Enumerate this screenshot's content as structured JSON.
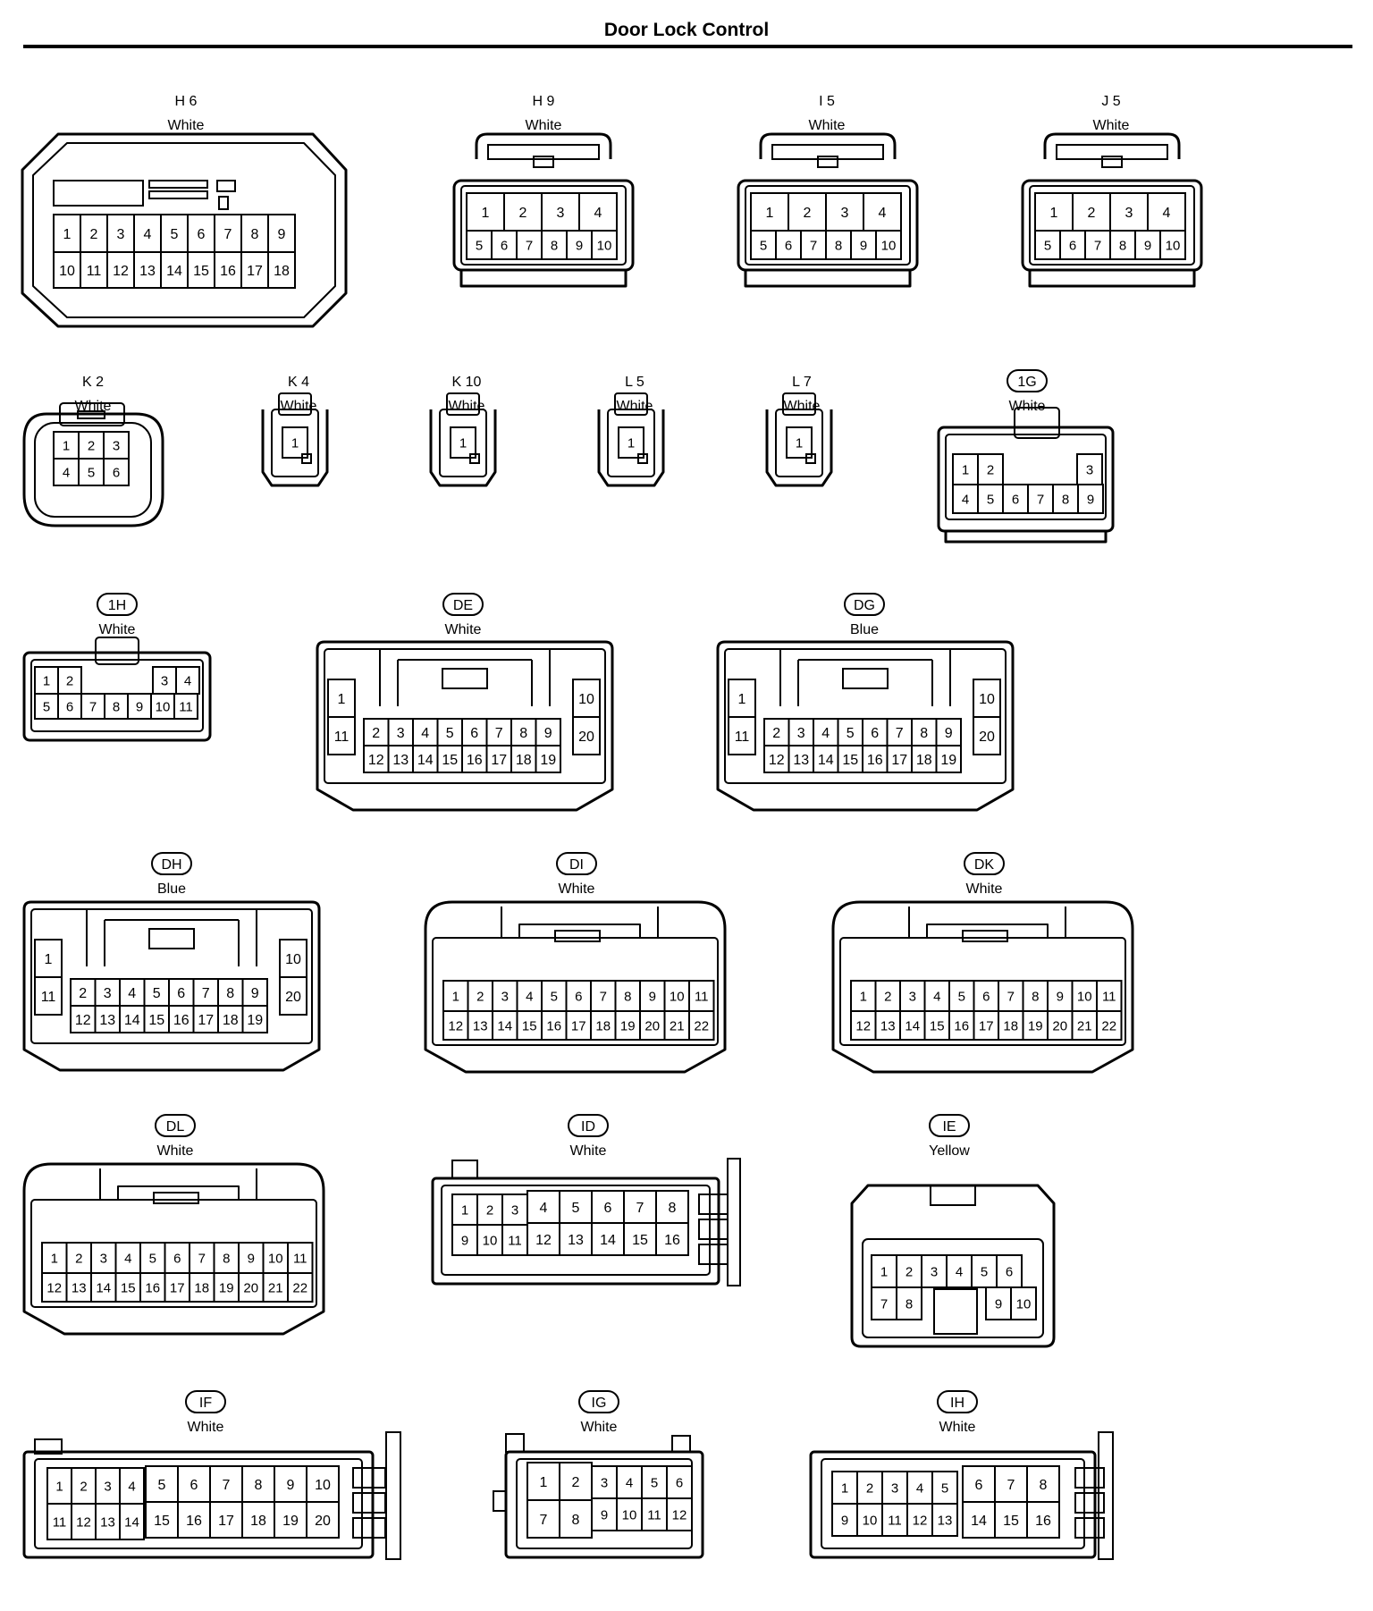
{
  "title": "Door Lock Control",
  "connectors": [
    {
      "id": "H6",
      "name": "H 6",
      "color": "White",
      "badge": false,
      "rows": [
        [
          "1",
          "2",
          "3",
          "4",
          "5",
          "6",
          "7",
          "8",
          "9"
        ],
        [
          "10",
          "11",
          "12",
          "13",
          "14",
          "15",
          "16",
          "17",
          "18"
        ]
      ]
    },
    {
      "id": "H9",
      "name": "H 9",
      "color": "White",
      "badge": false,
      "rows": [
        [
          "1",
          "2",
          "3",
          "4"
        ],
        [
          "5",
          "6",
          "7",
          "8",
          "9",
          "10"
        ]
      ]
    },
    {
      "id": "I5",
      "name": "I 5",
      "color": "White",
      "badge": false,
      "rows": [
        [
          "1",
          "2",
          "3",
          "4"
        ],
        [
          "5",
          "6",
          "7",
          "8",
          "9",
          "10"
        ]
      ]
    },
    {
      "id": "J5",
      "name": "J 5",
      "color": "White",
      "badge": false,
      "rows": [
        [
          "1",
          "2",
          "3",
          "4"
        ],
        [
          "5",
          "6",
          "7",
          "8",
          "9",
          "10"
        ]
      ]
    },
    {
      "id": "K2",
      "name": "K 2",
      "color": "White",
      "badge": false,
      "rows": [
        [
          "1",
          "2",
          "3"
        ],
        [
          "4",
          "5",
          "6"
        ]
      ]
    },
    {
      "id": "K4",
      "name": "K 4",
      "color": "White",
      "badge": false,
      "rows": [
        [
          "1"
        ]
      ]
    },
    {
      "id": "K10",
      "name": "K 10",
      "color": "White",
      "badge": false,
      "rows": [
        [
          "1"
        ]
      ]
    },
    {
      "id": "L5",
      "name": "L 5",
      "color": "White",
      "badge": false,
      "rows": [
        [
          "1"
        ]
      ]
    },
    {
      "id": "L7",
      "name": "L 7",
      "color": "White",
      "badge": false,
      "rows": [
        [
          "1"
        ]
      ]
    },
    {
      "id": "1G",
      "name": "1G",
      "color": "White",
      "badge": true,
      "rows": [
        [
          "1",
          "2",
          "3"
        ],
        [
          "4",
          "5",
          "6",
          "7",
          "8",
          "9"
        ]
      ]
    },
    {
      "id": "1H",
      "name": "1H",
      "color": "White",
      "badge": true,
      "rows": [
        [
          "1",
          "2",
          "3",
          "4"
        ],
        [
          "5",
          "6",
          "7",
          "8",
          "9",
          "10",
          "11"
        ]
      ]
    },
    {
      "id": "DE",
      "name": "DE",
      "color": "White",
      "badge": true,
      "rows": [
        [
          "1",
          "11"
        ],
        [
          "2",
          "3",
          "4",
          "5",
          "6",
          "7",
          "8",
          "9"
        ],
        [
          "12",
          "13",
          "14",
          "15",
          "16",
          "17",
          "18",
          "19"
        ],
        [
          "10",
          "20"
        ]
      ]
    },
    {
      "id": "DG",
      "name": "DG",
      "color": "Blue",
      "badge": true,
      "rows": [
        [
          "1",
          "11"
        ],
        [
          "2",
          "3",
          "4",
          "5",
          "6",
          "7",
          "8",
          "9"
        ],
        [
          "12",
          "13",
          "14",
          "15",
          "16",
          "17",
          "18",
          "19"
        ],
        [
          "10",
          "20"
        ]
      ]
    },
    {
      "id": "DH",
      "name": "DH",
      "color": "Blue",
      "badge": true,
      "rows": [
        [
          "1",
          "11"
        ],
        [
          "2",
          "3",
          "4",
          "5",
          "6",
          "7",
          "8",
          "9"
        ],
        [
          "12",
          "13",
          "14",
          "15",
          "16",
          "17",
          "18",
          "19"
        ],
        [
          "10",
          "20"
        ]
      ]
    },
    {
      "id": "DI",
      "name": "DI",
      "color": "White",
      "badge": true,
      "rows": [
        [
          "1",
          "2",
          "3",
          "4",
          "5",
          "6",
          "7",
          "8",
          "9",
          "10",
          "11"
        ],
        [
          "12",
          "13",
          "14",
          "15",
          "16",
          "17",
          "18",
          "19",
          "20",
          "21",
          "22"
        ]
      ]
    },
    {
      "id": "DK",
      "name": "DK",
      "color": "White",
      "badge": true,
      "rows": [
        [
          "1",
          "2",
          "3",
          "4",
          "5",
          "6",
          "7",
          "8",
          "9",
          "10",
          "11"
        ],
        [
          "12",
          "13",
          "14",
          "15",
          "16",
          "17",
          "18",
          "19",
          "20",
          "21",
          "22"
        ]
      ]
    },
    {
      "id": "DL",
      "name": "DL",
      "color": "White",
      "badge": true,
      "rows": [
        [
          "1",
          "2",
          "3",
          "4",
          "5",
          "6",
          "7",
          "8",
          "9",
          "10",
          "11"
        ],
        [
          "12",
          "13",
          "14",
          "15",
          "16",
          "17",
          "18",
          "19",
          "20",
          "21",
          "22"
        ]
      ]
    },
    {
      "id": "ID",
      "name": "ID",
      "color": "White",
      "badge": true,
      "rows": [
        [
          "1",
          "2",
          "3",
          "4",
          "5",
          "6",
          "7",
          "8"
        ],
        [
          "9",
          "10",
          "11",
          "12",
          "13",
          "14",
          "15",
          "16"
        ]
      ]
    },
    {
      "id": "IE",
      "name": "IE",
      "color": "Yellow",
      "badge": true,
      "rows": [
        [
          "1",
          "2",
          "3",
          "4",
          "5",
          "6"
        ],
        [
          "7",
          "8",
          "9",
          "10"
        ]
      ]
    },
    {
      "id": "IF",
      "name": "IF",
      "color": "White",
      "badge": true,
      "rows": [
        [
          "1",
          "2",
          "3",
          "4",
          "5",
          "6",
          "7",
          "8",
          "9",
          "10"
        ],
        [
          "11",
          "12",
          "13",
          "14",
          "15",
          "16",
          "17",
          "18",
          "19",
          "20"
        ]
      ]
    },
    {
      "id": "IG",
      "name": "IG",
      "color": "White",
      "badge": true,
      "rows": [
        [
          "1",
          "2",
          "3",
          "4",
          "5",
          "6"
        ],
        [
          "7",
          "8",
          "9",
          "10",
          "11",
          "12"
        ]
      ]
    },
    {
      "id": "IH",
      "name": "IH",
      "color": "White",
      "badge": true,
      "rows": [
        [
          "1",
          "2",
          "3",
          "4",
          "5",
          "6",
          "7",
          "8"
        ],
        [
          "9",
          "10",
          "11",
          "12",
          "13",
          "14",
          "15",
          "16"
        ]
      ]
    }
  ]
}
